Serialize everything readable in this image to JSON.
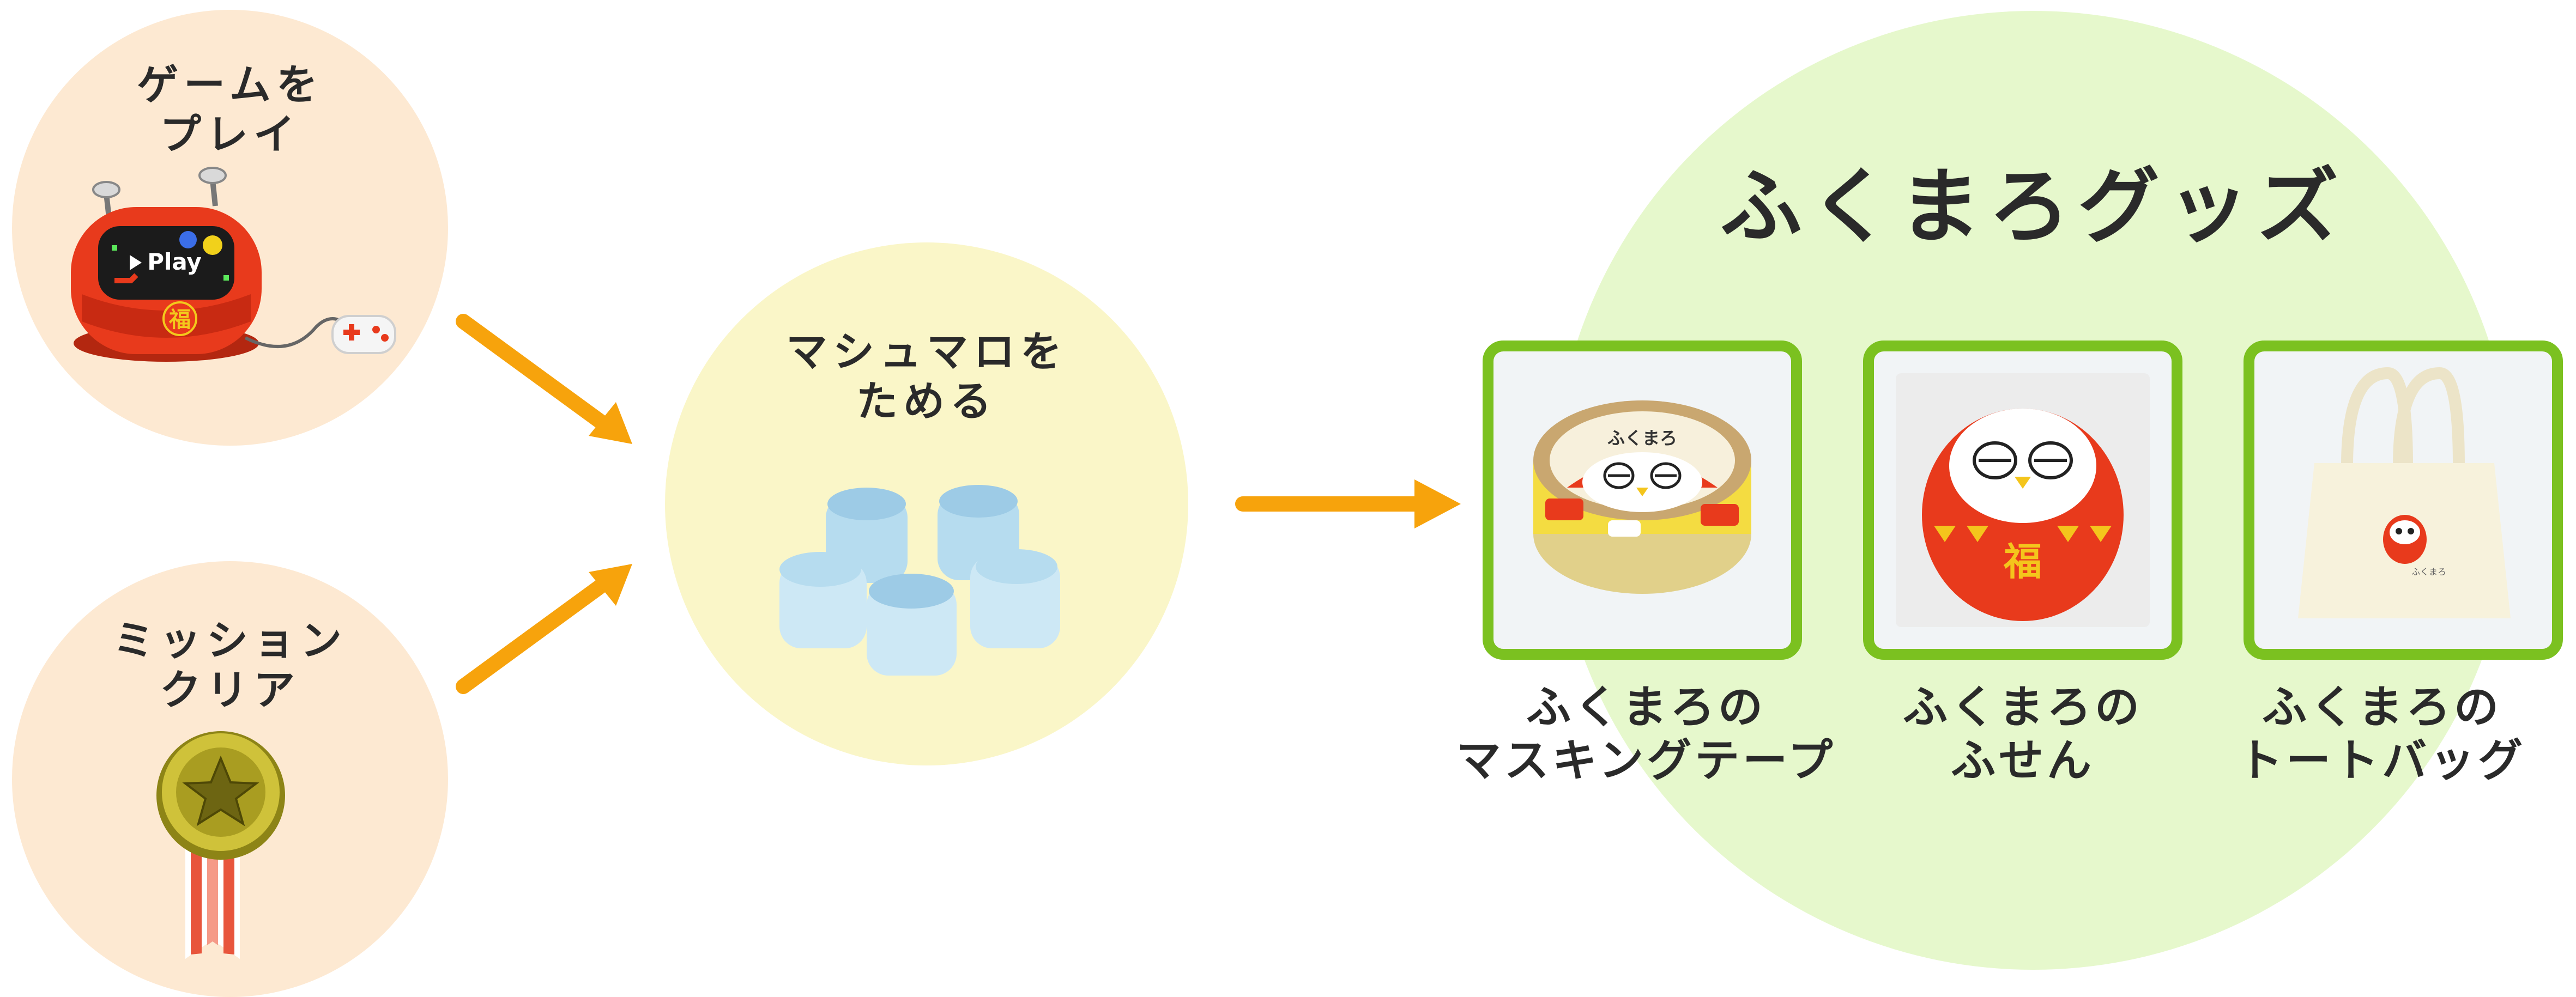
{
  "steps": [
    {
      "label": "ゲームを\nプレイ",
      "icon": "game-console-icon"
    },
    {
      "label": "ミッション\nクリア",
      "icon": "medal-icon"
    },
    {
      "label": "マシュマロを\nためる",
      "icon": "marshmallow-icon"
    }
  ],
  "goods": {
    "title": "ふくまろグッズ",
    "items": [
      {
        "label": "ふくまろの\nマスキングテープ",
        "icon": "masking-tape-icon"
      },
      {
        "label": "ふくまろの\nふせん",
        "icon": "sticky-note-icon"
      },
      {
        "label": "ふくまろの\nトートバッグ",
        "icon": "tote-bag-icon"
      }
    ]
  },
  "art_text": {
    "console_screen": "Play",
    "fuku": "福",
    "brand": "ふくまろ"
  },
  "colors": {
    "peach_circle": "#fde9d2",
    "cream_circle": "#faf6c8",
    "green_circle": "#e6f8cc",
    "arrow_orange": "#f7a30c",
    "frame_green": "#7bc120",
    "daruma_red": "#e83a1c",
    "marshmallow_blue": "#b6dcef"
  }
}
